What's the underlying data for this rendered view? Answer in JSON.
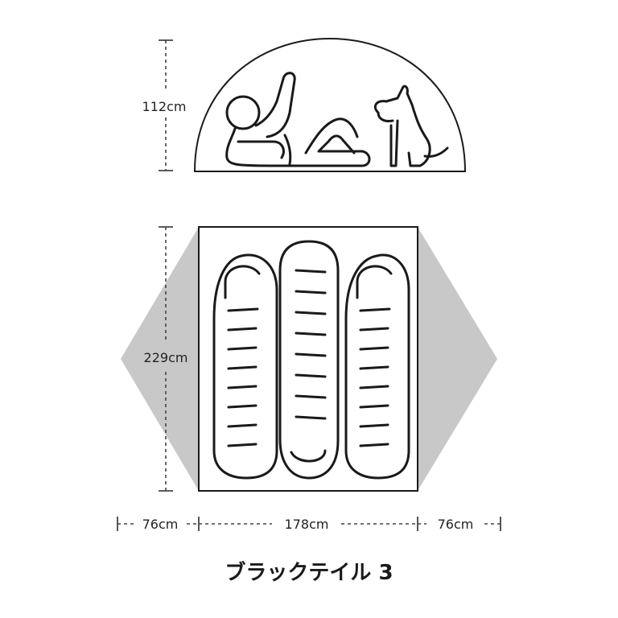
{
  "dimensions": {
    "height": "112cm",
    "length": "229cm",
    "vestibule_left": "76cm",
    "floor_width": "178cm",
    "vestibule_right": "76cm"
  },
  "product_name": "ブラックテイル 3",
  "colors": {
    "ink": "#1a1a1a",
    "vestibule_fill": "#c8c8c8",
    "floor_fill": "#ffffff"
  },
  "icons": [
    "person-reclining-icon",
    "dog-sitting-icon",
    "sleeping-bag-icon"
  ]
}
